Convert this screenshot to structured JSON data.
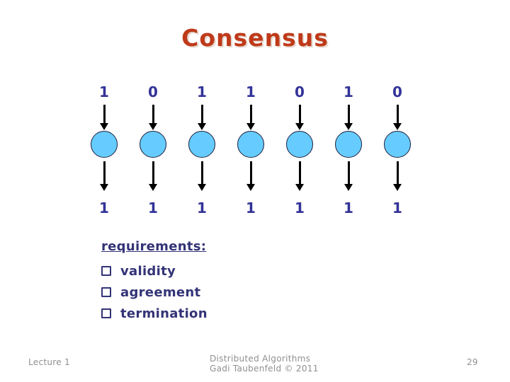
{
  "title": "Consensus",
  "diagram": {
    "description": "seven processes receiving input bits and outputting agreed bit",
    "processes": [
      {
        "input": "1",
        "output": "1"
      },
      {
        "input": "0",
        "output": "1"
      },
      {
        "input": "1",
        "output": "1"
      },
      {
        "input": "1",
        "output": "1"
      },
      {
        "input": "0",
        "output": "1"
      },
      {
        "input": "1",
        "output": "1"
      },
      {
        "input": "0",
        "output": "1"
      }
    ]
  },
  "requirements": {
    "heading": "requirements:",
    "items": [
      "validity",
      "agreement",
      "termination"
    ]
  },
  "footer": {
    "left": "Lecture 1",
    "center_line1": "Distributed Algorithms",
    "center_line2": "Gadi Taubenfeld © 2011",
    "page_number": "29"
  },
  "colors": {
    "title_color": "#bf3a1a",
    "value_color": "#333399",
    "arrow_color": "#000000",
    "circle_fill": "#66ccff",
    "circle_border": "#1f1f3d",
    "req_color": "#333377",
    "footer_color": "#8f8f8f"
  }
}
